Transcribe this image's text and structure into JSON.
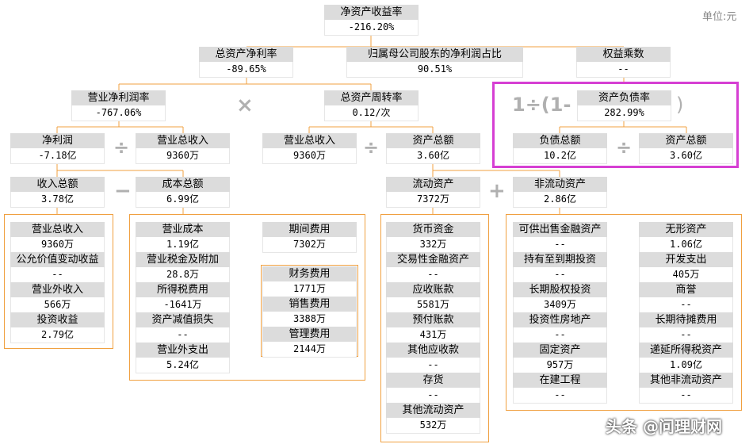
{
  "unit_label": "单位:元",
  "watermark": "头条 @问理财网",
  "operators": {
    "times": "×",
    "divide": "÷",
    "minus": "−",
    "plus": "+",
    "eq_prefix": "1÷(1-",
    "eq_suffix": ")"
  },
  "colors": {
    "line": "#f0a040",
    "highlight": "#d63fd3",
    "label_bg": "#dcdcdc"
  },
  "nodes": {
    "roe": {
      "label": "净资产收益率",
      "value": "-216.20%"
    },
    "roa": {
      "label": "总资产净利率",
      "value": "-89.65%"
    },
    "parent_share": {
      "label": "归属母公司股东的净利润占比",
      "value": "90.51%"
    },
    "equity_mult": {
      "label": "权益乘数",
      "value": "--"
    },
    "net_margin": {
      "label": "营业净利润率",
      "value": "-767.06%"
    },
    "asset_turnover": {
      "label": "总资产周转率",
      "value": "0.12/次"
    },
    "debt_ratio": {
      "label": "资产负债率",
      "value": "282.99%"
    },
    "net_profit": {
      "label": "净利润",
      "value": "-7.18亿"
    },
    "revenue_a": {
      "label": "营业总收入",
      "value": "9360万"
    },
    "revenue_b": {
      "label": "营业总收入",
      "value": "9360万"
    },
    "total_assets_a": {
      "label": "资产总额",
      "value": "3.60亿"
    },
    "total_liab": {
      "label": "负债总额",
      "value": "10.2亿"
    },
    "total_assets_b": {
      "label": "资产总额",
      "value": "3.60亿"
    },
    "income_total": {
      "label": "收入总额",
      "value": "3.78亿"
    },
    "cost_total": {
      "label": "成本总额",
      "value": "6.99亿"
    },
    "current_assets": {
      "label": "流动资产",
      "value": "7372万"
    },
    "noncurrent_assets": {
      "label": "非流动资产",
      "value": "2.86亿"
    }
  },
  "income_items": [
    {
      "label": "营业总收入",
      "value": "9360万"
    },
    {
      "label": "公允价值变动收益",
      "value": "--"
    },
    {
      "label": "营业外收入",
      "value": "566万"
    },
    {
      "label": "投资收益",
      "value": "2.79亿"
    }
  ],
  "cost_items": [
    {
      "label": "营业成本",
      "value": "1.19亿"
    },
    {
      "label": "营业税金及附加",
      "value": "28.8万"
    },
    {
      "label": "所得税费用",
      "value": "-1641万"
    },
    {
      "label": "资产减值损失",
      "value": "--"
    },
    {
      "label": "营业外支出",
      "value": "5.24亿"
    }
  ],
  "period_expense": {
    "label": "期间费用",
    "value": "7302万"
  },
  "expense_items": [
    {
      "label": "财务费用",
      "value": "1771万"
    },
    {
      "label": "销售费用",
      "value": "3388万"
    },
    {
      "label": "管理费用",
      "value": "2144万"
    }
  ],
  "current_items": [
    {
      "label": "货币资金",
      "value": "332万"
    },
    {
      "label": "交易性金融资产",
      "value": "--"
    },
    {
      "label": "应收账款",
      "value": "5581万"
    },
    {
      "label": "预付账款",
      "value": "431万"
    },
    {
      "label": "其他应收款",
      "value": "--"
    },
    {
      "label": "存货",
      "value": "--"
    },
    {
      "label": "其他流动资产",
      "value": "532万"
    }
  ],
  "noncurrent_left": [
    {
      "label": "可供出售金融资产",
      "value": "--"
    },
    {
      "label": "持有至到期投资",
      "value": "--"
    },
    {
      "label": "长期股权投资",
      "value": "3409万"
    },
    {
      "label": "投资性房地产",
      "value": "--"
    },
    {
      "label": "固定资产",
      "value": "957万"
    },
    {
      "label": "在建工程",
      "value": "--"
    }
  ],
  "noncurrent_right": [
    {
      "label": "无形资产",
      "value": "1.06亿"
    },
    {
      "label": "开发支出",
      "value": "405万"
    },
    {
      "label": "商誉",
      "value": "--"
    },
    {
      "label": "长期待摊费用",
      "value": "--"
    },
    {
      "label": "递延所得税资产",
      "value": "1.09亿"
    },
    {
      "label": "其他非流动资产",
      "value": "--"
    }
  ]
}
